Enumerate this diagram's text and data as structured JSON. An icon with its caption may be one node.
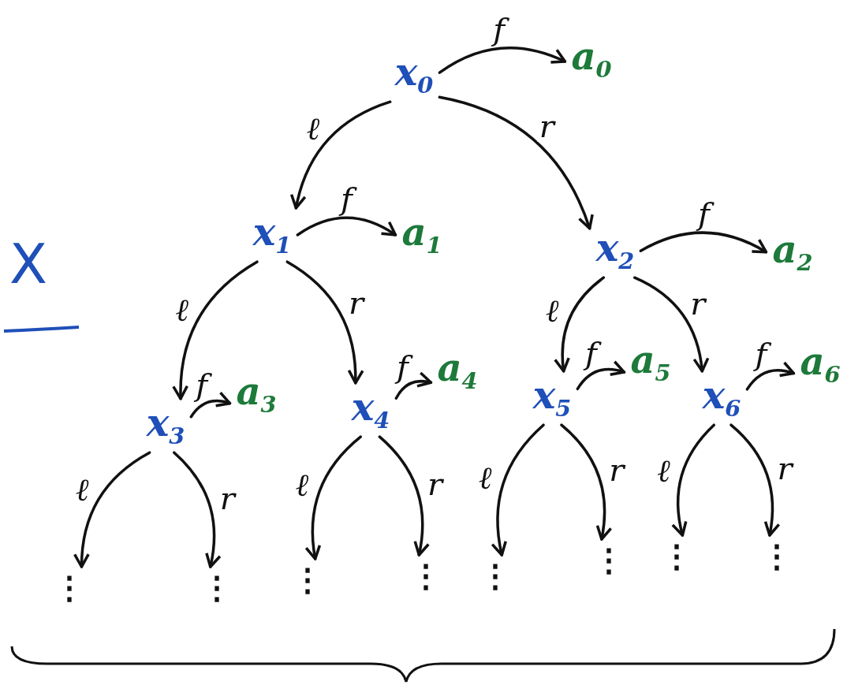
{
  "diagram": {
    "nodes": [
      {
        "text": [
          "x$_{0}$"
        ]
      },
      {
        "text": [
          "a$_{0}$"
        ]
      },
      {
        "text": [
          "x$_{1}$"
        ]
      },
      {
        "text": [
          "a$_{1}$"
        ]
      },
      {
        "text": [
          "x$_{2}$"
        ]
      },
      {
        "text": [
          "a$_{2}$"
        ]
      },
      {
        "text": [
          "x$_{3}$"
        ]
      },
      {
        "text": [
          "a$_{3}$"
        ]
      },
      {
        "text": [
          "x$_{4}$"
        ]
      },
      {
        "text": [
          "a$_{4}$"
        ]
      },
      {
        "text": [
          "x$_{5}$"
        ]
      },
      {
        "text": [
          "a$_{5}$"
        ]
      },
      {
        "text": [
          "x$_{6}$"
        ]
      },
      {
        "text": [
          "a$_{6}$"
        ]
      },
      {
        "text": [
          "⋮"
        ]
      },
      {
        "text": [
          "⋮"
        ]
      },
      {
        "text": [
          "⋮"
        ]
      },
      {
        "text": [
          "⋮"
        ]
      },
      {
        "text": [
          "⋮"
        ]
      },
      {
        "text": [
          "⋮"
        ]
      },
      {
        "text": [
          "⋮"
        ]
      },
      {
        "text": [
          "⋮"
        ]
      }
    ],
    "edges": [
      {
        "from": 0,
        "to": 1,
        "arrow": "to",
        "label": "f"
      },
      {
        "from": 0,
        "to": 2,
        "arrow": "to",
        "label": "ℓ"
      },
      {
        "from": 0,
        "to": 4,
        "arrow": "to",
        "label": "r"
      },
      {
        "from": 2,
        "to": 3,
        "arrow": "to",
        "label": "f"
      },
      {
        "from": 4,
        "to": 5,
        "arrow": "to",
        "label": "f"
      },
      {
        "from": 2,
        "to": 6,
        "arrow": "to",
        "label": "ℓ"
      },
      {
        "from": 2,
        "to": 8,
        "arrow": "to",
        "label": "r"
      },
      {
        "from": 4,
        "to": 10,
        "arrow": "to",
        "label": "ℓ"
      },
      {
        "from": 4,
        "to": 12,
        "arrow": "to",
        "label": "r"
      },
      {
        "from": 6,
        "to": 7,
        "arrow": "to",
        "label": "f"
      },
      {
        "from": 8,
        "to": 9,
        "arrow": "to",
        "label": "f"
      },
      {
        "from": 10,
        "to": 11,
        "arrow": "to",
        "label": "f"
      },
      {
        "from": 12,
        "to": 13,
        "arrow": "to",
        "label": "f"
      },
      {
        "from": 6,
        "to": 14,
        "arrow": "to",
        "label": "ℓ"
      },
      {
        "from": 6,
        "to": 15,
        "arrow": "to",
        "label": "r"
      },
      {
        "from": 8,
        "to": 16,
        "arrow": "to",
        "label": "ℓ"
      },
      {
        "from": 8,
        "to": 17,
        "arrow": "to",
        "label": "r"
      },
      {
        "from": 10,
        "to": 18,
        "arrow": "to",
        "label": "ℓ"
      },
      {
        "from": 10,
        "to": 19,
        "arrow": "to",
        "label": "r"
      },
      {
        "from": 12,
        "to": 20,
        "arrow": "to",
        "label": "ℓ"
      },
      {
        "from": 12,
        "to": 21,
        "arrow": "to",
        "label": "r"
      }
    ],
    "labels": [
      "X"
    ]
  }
}
